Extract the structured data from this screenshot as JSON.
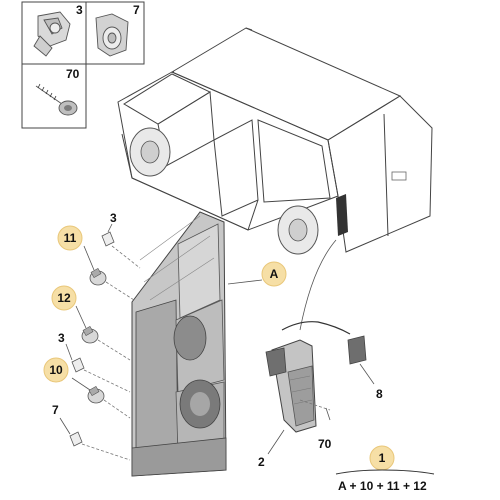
{
  "colors": {
    "badge_fill": "#f6dfa6",
    "badge_stroke": "#e9c77a",
    "line": "#333333",
    "lamp_body": "#c9c9c9",
    "lamp_dark": "#8f8f8f",
    "van_fill": "#f2f2f2"
  },
  "inset_labels": {
    "clip_nut": "3",
    "plug_clip": "7",
    "screw": "70"
  },
  "callouts": {
    "bulb_3_top": "3",
    "bulb_3_mid": "3",
    "holder_7": "7",
    "lens_8": "8",
    "lamp_2": "2",
    "screw_70": "70"
  },
  "badges": {
    "lamp_assembly": "A",
    "bulb_11": "11",
    "bulb_12": "12",
    "bulb_10": "10",
    "kit_1": "1"
  },
  "formula": "A + 10 + 11 + 12",
  "icons": [
    "clip-nut-icon",
    "plug-clip-icon",
    "screw-icon",
    "van-icon",
    "rear-lamp-icon",
    "bulb-icon",
    "bulb-holder-icon",
    "side-marker-lamp-icon",
    "lens-icon"
  ]
}
